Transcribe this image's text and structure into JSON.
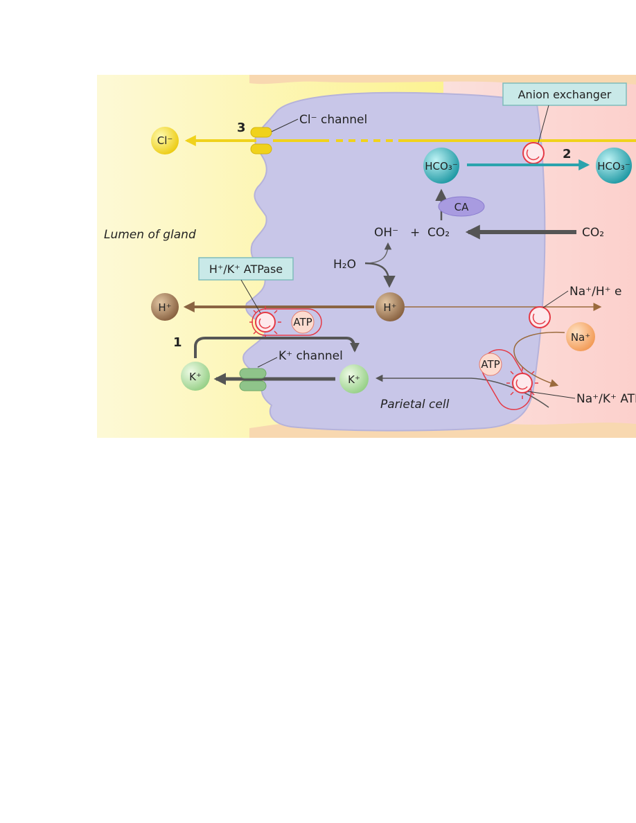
{
  "diagram": {
    "region_labels": {
      "lumen": "Lumen of gland",
      "cell": "Parietal cell"
    },
    "steps": {
      "one": "1",
      "two": "2",
      "three": "3"
    },
    "ions": {
      "cl": "Cl⁻",
      "hco3_cell": "HCO₃⁻",
      "hco3_out": "HCO₃⁻",
      "h_lumen": "H⁺",
      "h_cell": "H⁺",
      "k_lumen": "K⁺",
      "k_cell": "K⁺",
      "na": "Na⁺"
    },
    "reaction": {
      "oh": "OH⁻",
      "plus": "+",
      "co2_cell": "CO₂",
      "co2_blood": "CO₂",
      "h2o": "H₂O",
      "ca": "CA"
    },
    "labels": {
      "cl_channel": "Cl⁻ channel",
      "k_channel": "K⁺ channel",
      "anion_exchanger": "Anion exchanger",
      "hk_atpase": "H⁺/K⁺ ATPase",
      "na_h_exchanger": "Na⁺/H⁺ e",
      "na_k_atpase": "Na⁺/K⁺ ATI",
      "atp_apical": "ATP",
      "atp_basal": "ATP"
    },
    "colors": {
      "lumen": "#fdf27a",
      "cell": "#c8c6e8",
      "blood": "#fbd3cf",
      "chloride": "#f0d21c",
      "bicarbonate": "#2aa3ad",
      "proton": "#8a6442",
      "potassium": "#a9d99a",
      "sodium": "#f5a56a",
      "transporter": "#e53945"
    }
  }
}
